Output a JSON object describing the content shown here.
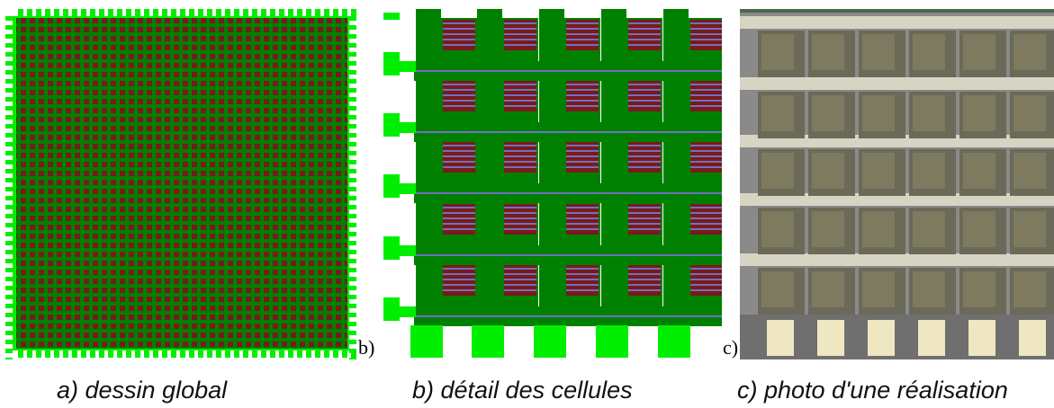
{
  "figure": {
    "panels": [
      {
        "id": "a",
        "caption": "a) dessin global",
        "inline_label": ""
      },
      {
        "id": "b",
        "caption": "b) détail des cellules",
        "inline_label": "b)"
      },
      {
        "id": "c",
        "caption": "c) photo d'une réalisation",
        "inline_label": "c)"
      }
    ]
  },
  "colors": {
    "bright_green": "#00ee00",
    "dark_green": "#008000",
    "cell_red": "#7a1a1a",
    "cell_blue": "#7070c0",
    "photo_gray": "#8a8a8a",
    "photo_pad": "#7d7a60",
    "photo_cream": "#efe6c2"
  }
}
